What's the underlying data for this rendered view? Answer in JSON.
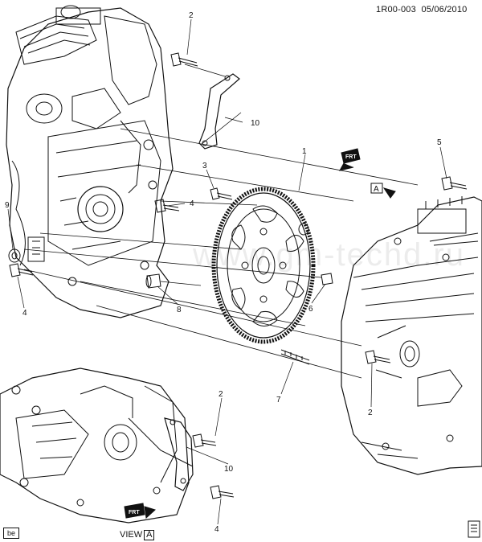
{
  "header": {
    "doc_code": "1R00-003",
    "date": "05/06/2010"
  },
  "callouts": {
    "c1": "1",
    "c2a": "2",
    "c2b": "2",
    "c2c": "2",
    "c3": "3",
    "c4a": "4",
    "c4b": "4",
    "c4c": "4",
    "c5": "5",
    "c6": "6",
    "c7": "7",
    "c8": "8",
    "c9": "9",
    "c10a": "10",
    "c10b": "10"
  },
  "labels": {
    "view_a_box": "A",
    "view_label": "VIEW",
    "view_box": "A",
    "front_text": "FRT"
  },
  "footer": {
    "badge": "be"
  },
  "watermark": "www.gm-techd.ru",
  "colors": {
    "line": "#111111",
    "fill": "#ffffff"
  }
}
